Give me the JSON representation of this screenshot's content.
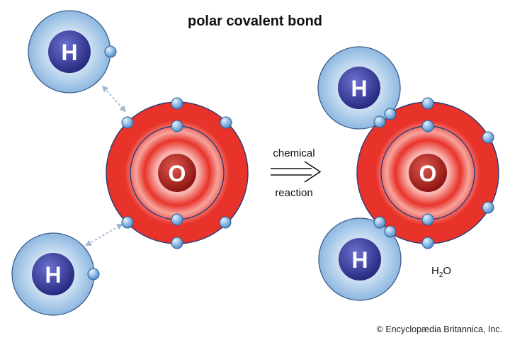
{
  "title": "polar covalent bond",
  "atoms": {
    "hydrogen_symbol": "H",
    "oxygen_symbol": "O"
  },
  "reaction": {
    "line1": "chemical",
    "line2": "reaction"
  },
  "product": {
    "formula_main": "H",
    "formula_sub": "2",
    "formula_end": "O"
  },
  "copyright": "© Encyclopædia Britannica, Inc.",
  "colors": {
    "oxygen_red": "#e8332a",
    "hydrogen_blue": "#9ec4e6",
    "nucleus_blue": "#3a3d9a",
    "electron": "#6fa9e0"
  }
}
